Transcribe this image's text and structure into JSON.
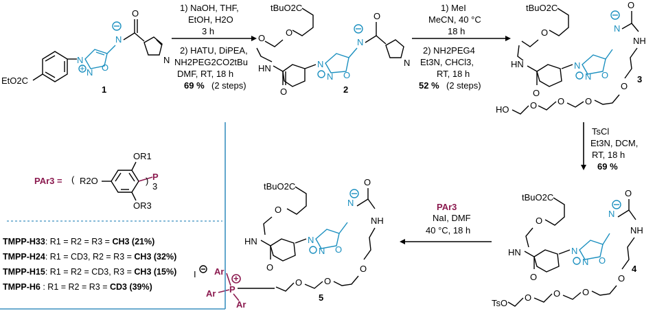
{
  "compounds": {
    "c1": {
      "label": "1",
      "ester": "EtO2C"
    },
    "c2": {
      "label": "2",
      "tbu": "tBuO2C"
    },
    "c3": {
      "label": "3",
      "tbu": "tBuO2C",
      "oh": "HO"
    },
    "c4": {
      "label": "4",
      "tbu": "tBuO2C",
      "ots": "TsO"
    },
    "c5": {
      "label": "5",
      "tbu": "tBuO2C",
      "iodide": "I",
      "ar": "Ar"
    }
  },
  "steps": {
    "s1": {
      "lines": [
        "1) NaOH, THF,",
        "EtOH, H2O",
        "3 h",
        "2) HATU, DiPEA,",
        "NH2PEG2CO2tBu",
        "DMF, RT, 18 h"
      ],
      "yield": "69 %",
      "yield_note": "(2 steps)"
    },
    "s2": {
      "lines": [
        "1) MeI",
        "MeCN, 40 °C",
        "18 h",
        "2) NH2PEG4",
        "Et3N, CHCl3,",
        "RT, 18 h"
      ],
      "yield": "52 %",
      "yield_note": "(2 steps)"
    },
    "s3": {
      "lines": [
        "TsCl",
        "Et3N, DCM,",
        "RT, 18 h"
      ],
      "yield": "69 %"
    },
    "s4": {
      "reagent": "PAr3",
      "lines": [
        "NaI, DMF",
        "40 °C, 18 h"
      ]
    }
  },
  "legend": {
    "par3": "PAr3 =",
    "r2o": "R2O",
    "or1": "OR1",
    "or3": "OR3",
    "p": "P",
    "sub3": "3"
  },
  "tmpp": [
    {
      "name": "TMPP-H33",
      "desc": ": R1 = R2 = R3 = ",
      "bold": "CH3 (21%)"
    },
    {
      "name": "TMPP-H24",
      "desc": ": R1 = CD3, R2 = R3 = ",
      "bold": "CH3 (32%)"
    },
    {
      "name": "TMPP-H15",
      "desc": ": R1 = R2 = CD3, R3 = ",
      "bold": "CH3 (15%)"
    },
    {
      "name": "TMPP-H6",
      "desc": " : R1 = R2 = R3 = ",
      "bold": "CD3 (39%)"
    }
  ]
}
